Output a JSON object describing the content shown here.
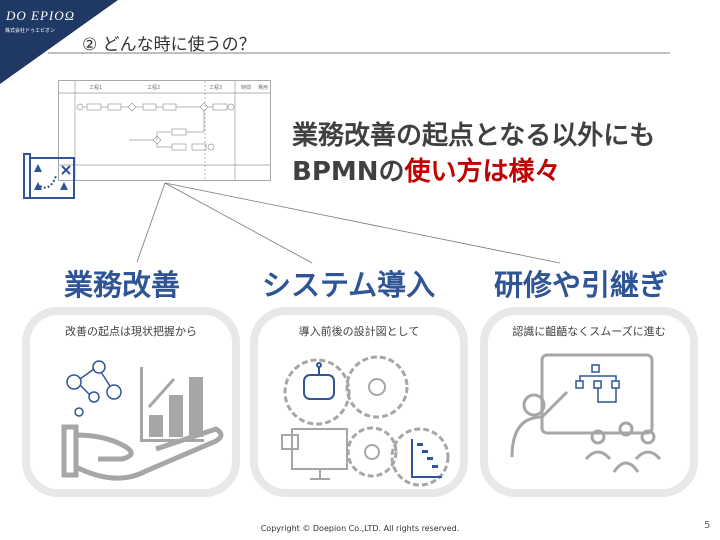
{
  "logo": {
    "name": "DO EPIOΩ",
    "sub": "株式会社ドゥエピオン"
  },
  "title": "② どんな時に使うの？",
  "diagram": {
    "headers": [
      "工程1",
      "工程2",
      "工程3",
      "時間",
      "費用"
    ]
  },
  "headline": {
    "line1": "業務改善の起点となる以外にも",
    "line2_prefix": "BPMNの",
    "line2_highlight": "使い方は様々"
  },
  "sections": [
    {
      "title": "業務改善",
      "caption": "改善の起点は現状把握から"
    },
    {
      "title": "システム導入",
      "caption": "導入前後の設計図として"
    },
    {
      "title": "研修や引継ぎ",
      "caption": "認識に齟齬なくスムーズに進む"
    }
  ],
  "footer": {
    "copyright": "Copyright ©  Doepion Co.,LTD. All rights reserved.",
    "page": "5"
  },
  "colors": {
    "navy": "#1f3864",
    "blue": "#2f5597",
    "red": "#c00000"
  }
}
